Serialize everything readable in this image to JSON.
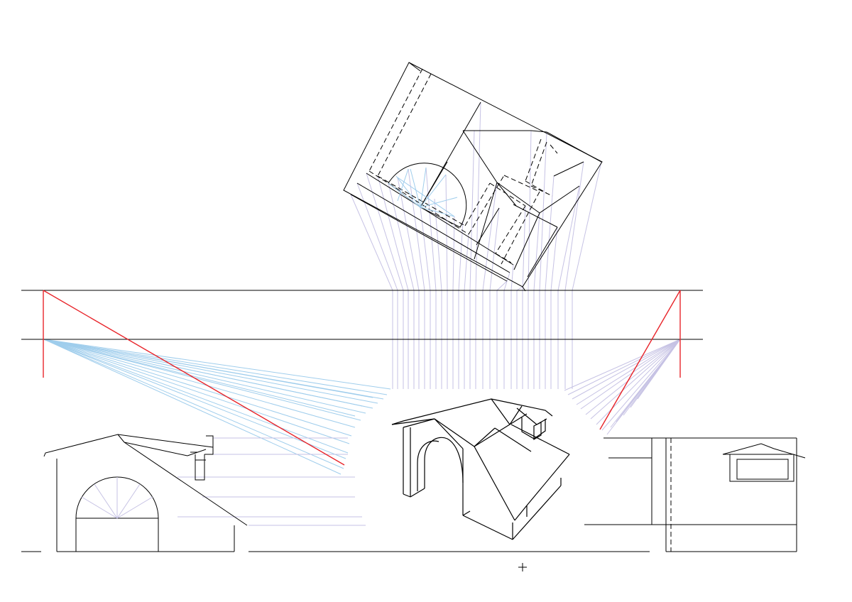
{
  "drawing": {
    "type": "perspective-projection",
    "colors": {
      "ink": "#000000",
      "construction_blue": "#9fcdec",
      "construction_lavender": "#c6c2e4",
      "reference_red": "#e8242a",
      "background": "#ffffff"
    },
    "views": [
      "plan-view",
      "front-elevation",
      "side-elevation",
      "perspective-view"
    ],
    "icons": [
      "crosshair-icon"
    ]
  }
}
